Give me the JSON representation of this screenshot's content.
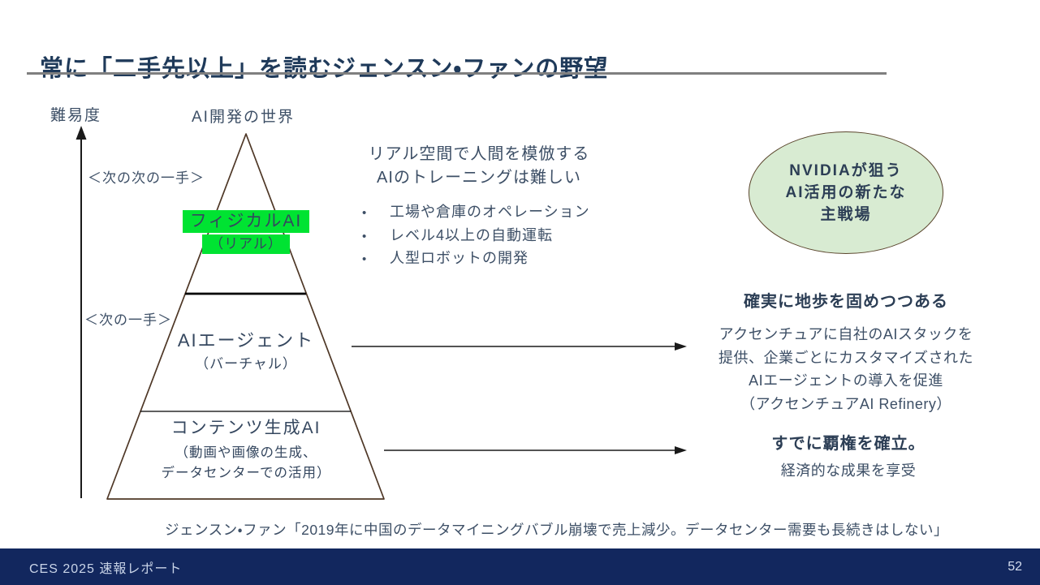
{
  "slide": {
    "title": "常に「二手先以上」を読むジェンスン・ファンの野望",
    "quote": "ジェンスン・ファン「2019年に中国のデータマイニングバブル崩壊で売上減少。データセンター需要も長続きはしない」",
    "footer": "CES 2025 速報レポート",
    "page_number": "52"
  },
  "diagram": {
    "axis_label": "難易度",
    "pyramid_title": "AI開発の世界",
    "move_labels": {
      "next_next": "＜次の次の一手＞",
      "next": "＜次の一手＞"
    },
    "levels": [
      {
        "name": "フィジカルAI",
        "sub": "（リアル）",
        "highlighted": true
      },
      {
        "name": "AIエージェント",
        "sub": "（バーチャル）",
        "highlighted": false
      },
      {
        "name": "コンテンツ生成AI",
        "sub1": "（動画や画像の生成、",
        "sub2": "データセンターでの活用）",
        "highlighted": false
      }
    ]
  },
  "middle": {
    "heading_line1": "リアル空間で人間を模倣する",
    "heading_line2": "AIのトレーニングは難しい",
    "bullet_char": "•",
    "bullets": [
      "工場や倉庫のオペレーション",
      "レベル4以上の自動運転",
      "人型ロボットの開発"
    ]
  },
  "ellipse": {
    "line1": "NVIDIAが狙う",
    "line2": "AI活用の新たな",
    "line3": "主戦場"
  },
  "right_blocks": [
    {
      "heading": "確実に地歩を固めつつある",
      "lines": [
        "アクセンチュアに自社のAIスタックを",
        "提供、企業ごとにカスタマイズされた",
        "AIエージェントの導入を促進",
        "（アクセンチュアAI Refinery）"
      ]
    },
    {
      "heading": "すでに覇権を確立。",
      "lines": [
        "経済的な成果を享受"
      ]
    }
  ],
  "colors": {
    "title_text": "#1f3a5a",
    "body_text": "#3d4f66",
    "highlight_green": "#00e332",
    "ellipse_fill": "#d8ebd2",
    "ellipse_border": "#5a452c",
    "pyramid_outline": "#4e3726",
    "footer_background": "#12275e",
    "title_underline": "#7f7f7f"
  }
}
